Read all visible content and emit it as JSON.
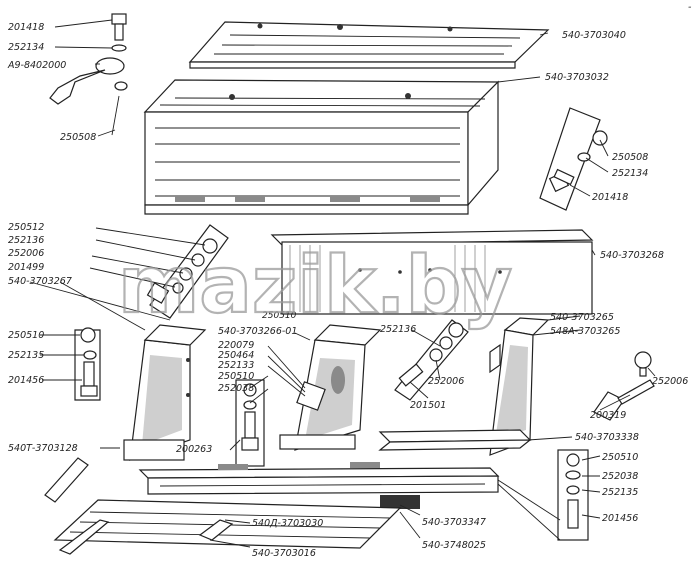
{
  "watermark": "mazik.by",
  "top_right_mark": "-",
  "labels": {
    "l201418a": "201418",
    "l252134a": "252134",
    "lA9": "А9-8402000",
    "l250508a": "250508",
    "l3040": "540-3703040",
    "l3032": "540-3703032",
    "l250508b": "250508",
    "l252134b": "252134",
    "l201418b": "201418",
    "l3268": "540-3703268",
    "l250512": "250512",
    "l252136a": "252136",
    "l252006a": "252006",
    "l201499": "201499",
    "l3267": "540-3703267",
    "l250510a": "250510",
    "l252135a": "252135",
    "l201456a": "201456",
    "l540T": "540Т-3703128",
    "l250510b": "250510",
    "l3266": "540-3703266-01",
    "l220079": "220079",
    "l250464": "250464",
    "l252133": "252133",
    "l250510c": "250510",
    "l252038a": "252038",
    "l200263": "200263",
    "l252136b": "252136",
    "l252006b": "252006",
    "l201501": "201501",
    "l3265": "540-3703265",
    "l548A": "548А-3703265",
    "l252006c": "252006",
    "l200319": "200319",
    "l3338": "540-3703338",
    "l250510d": "250510",
    "l252038b": "252038",
    "l252135b": "252135",
    "l201456b": "201456",
    "l3347": "540-3703347",
    "l3030": "540Д-3703030",
    "l3025": "540-3748025",
    "l3016": "540-3703016"
  }
}
